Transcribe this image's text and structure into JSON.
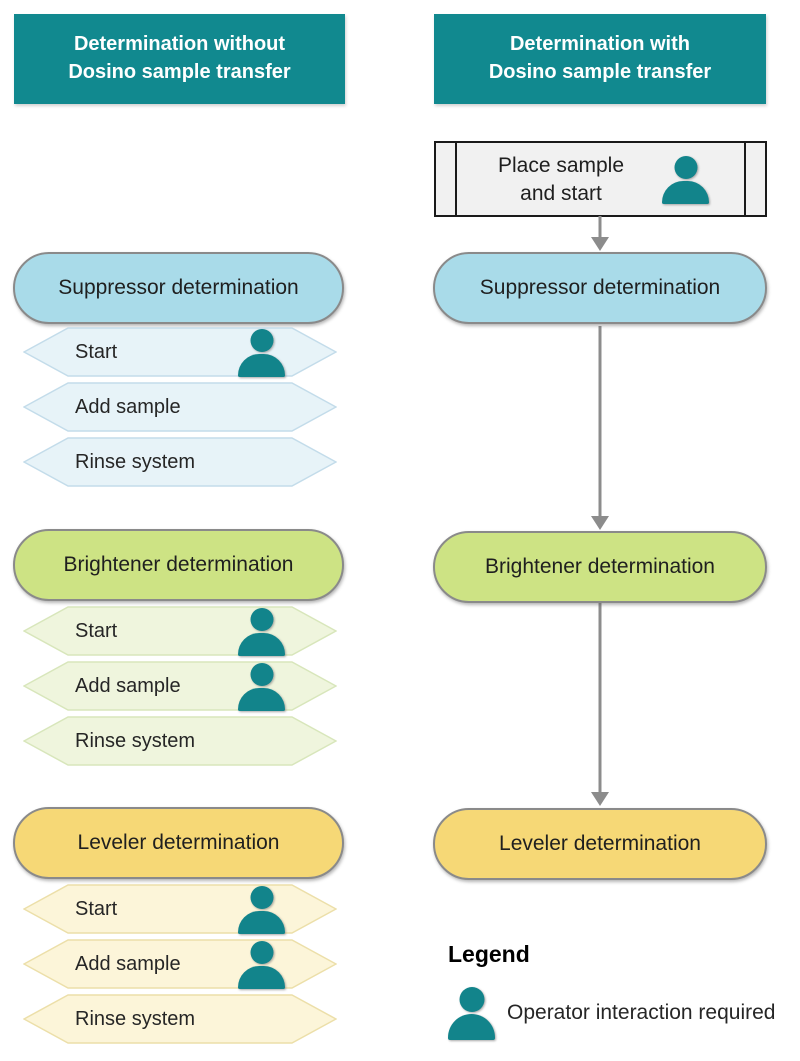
{
  "left_column": {
    "header": {
      "line1": "Determination without",
      "line2": "Dosino sample transfer"
    },
    "groups": [
      {
        "title": "Suppressor determination",
        "steps": [
          {
            "label": "Start",
            "operator": true
          },
          {
            "label": "Add sample",
            "operator": false
          },
          {
            "label": "Rinse system",
            "operator": false
          }
        ]
      },
      {
        "title": "Brightener determination",
        "steps": [
          {
            "label": "Start",
            "operator": true
          },
          {
            "label": "Add sample",
            "operator": true
          },
          {
            "label": "Rinse system",
            "operator": false
          }
        ]
      },
      {
        "title": "Leveler determination",
        "steps": [
          {
            "label": "Start",
            "operator": true
          },
          {
            "label": "Add sample",
            "operator": true
          },
          {
            "label": "Rinse system",
            "operator": false
          }
        ]
      }
    ]
  },
  "right_column": {
    "header": {
      "line1": "Determination with",
      "line2": "Dosino sample transfer"
    },
    "start_box": {
      "line1": "Place sample",
      "line2": "and start",
      "operator": true
    },
    "stages": [
      {
        "title": "Suppressor determination"
      },
      {
        "title": "Brightener determination"
      },
      {
        "title": "Leveler determination"
      }
    ]
  },
  "legend": {
    "title": "Legend",
    "items": [
      {
        "icon": "person-icon",
        "label": "Operator interaction required"
      }
    ]
  },
  "colors": {
    "header_teal": "#11898f",
    "person_icon_teal": "#12848b",
    "arrow_gray": "#8c8c8c",
    "pill_border_gray": "#8a8a8a",
    "suppressor_pill": "#a9dbe9",
    "suppressor_step": "#e7f3f8",
    "brightener_pill": "#cde384",
    "brightener_step": "#eff5dd",
    "leveler_pill": "#f6d876",
    "leveler_step": "#fcf5d9",
    "process_box_fill": "#f1f1f1",
    "process_box_border": "#1a1a1a"
  }
}
